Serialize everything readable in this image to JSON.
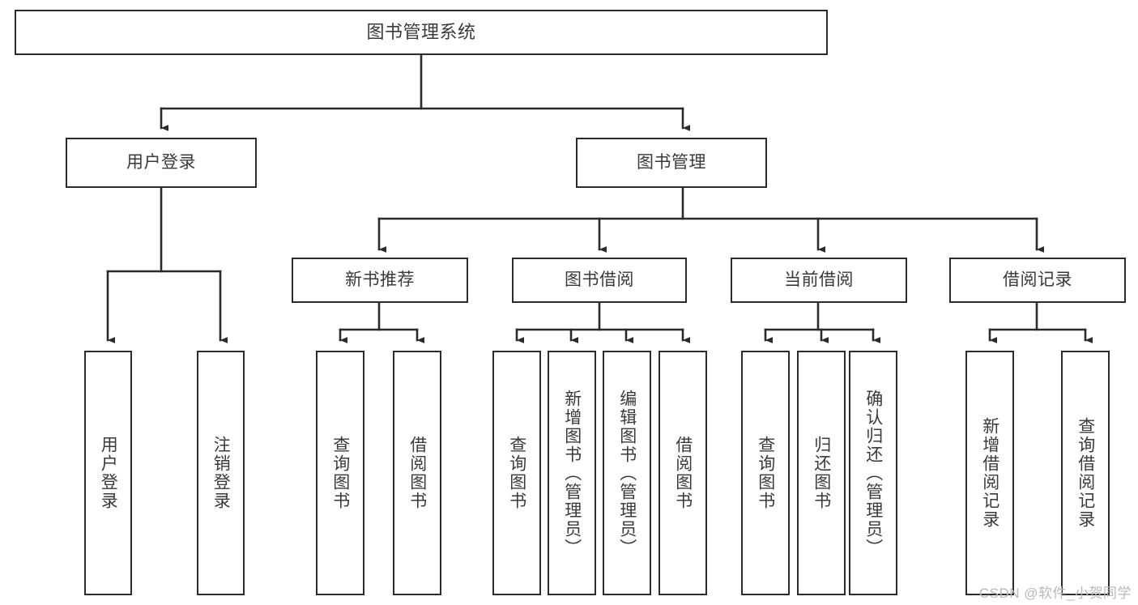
{
  "diagram": {
    "title": "图书管理系统",
    "type": "tree-hierarchy",
    "stroke_color": "#2b2b2b",
    "text_color": "#3a3a3a",
    "background_color": "#ffffff",
    "root": {
      "label": "图书管理系统"
    },
    "level2": [
      {
        "label": "用户登录"
      },
      {
        "label": "图书管理"
      }
    ],
    "level3": [
      {
        "label": "新书推荐"
      },
      {
        "label": "图书借阅"
      },
      {
        "label": "当前借阅"
      },
      {
        "label": "借阅记录"
      }
    ],
    "leaves": {
      "user_login": [
        {
          "label": "用户登录"
        },
        {
          "label": "注销登录"
        }
      ],
      "new_book": [
        {
          "label": "查询图书"
        },
        {
          "label": "借阅图书"
        }
      ],
      "book_borrow": [
        {
          "label": "查询图书"
        },
        {
          "label": "新增图书（管理员）"
        },
        {
          "label": "编辑图书（管理员）"
        },
        {
          "label": "借阅图书"
        }
      ],
      "current_borrow": [
        {
          "label": "查询图书"
        },
        {
          "label": "归还图书"
        },
        {
          "label": "确认归还（管理员）"
        }
      ],
      "borrow_record": [
        {
          "label": "新增借阅记录"
        },
        {
          "label": "查询借阅记录"
        }
      ]
    }
  },
  "watermark": {
    "text": "CSDN @软件_小贺同学"
  }
}
